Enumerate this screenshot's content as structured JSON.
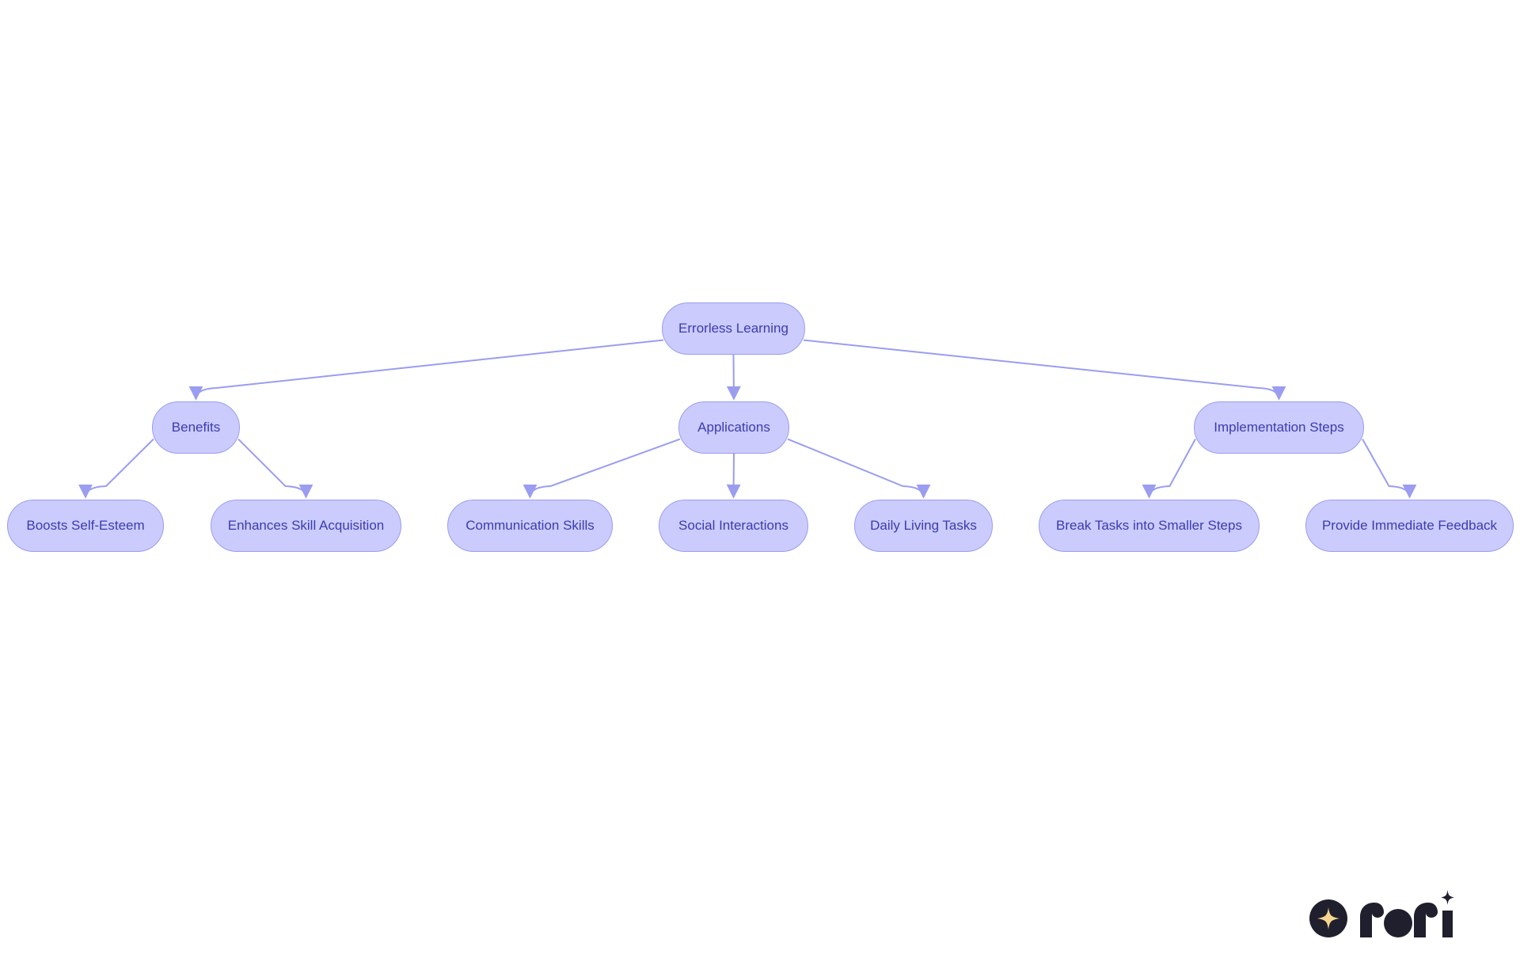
{
  "diagram": {
    "root": {
      "id": "root",
      "label": "Errorless Learning"
    },
    "nodes": [
      {
        "id": "benefits",
        "label": "Benefits",
        "parent": "root"
      },
      {
        "id": "applications",
        "label": "Applications",
        "parent": "root"
      },
      {
        "id": "implementation",
        "label": "Implementation Steps",
        "parent": "root"
      },
      {
        "id": "self_esteem",
        "label": "Boosts Self-Esteem",
        "parent": "benefits"
      },
      {
        "id": "skill_acq",
        "label": "Enhances Skill Acquisition",
        "parent": "benefits"
      },
      {
        "id": "communication",
        "label": "Communication Skills",
        "parent": "applications"
      },
      {
        "id": "social",
        "label": "Social Interactions",
        "parent": "applications"
      },
      {
        "id": "daily_living",
        "label": "Daily Living Tasks",
        "parent": "applications"
      },
      {
        "id": "break_tasks",
        "label": "Break Tasks into Smaller Steps",
        "parent": "implementation"
      },
      {
        "id": "feedback",
        "label": "Provide Immediate Feedback",
        "parent": "implementation"
      }
    ]
  },
  "colors": {
    "node_fill": "#cbcbfd",
    "node_border": "#9a9df0",
    "node_text": "#3a3cb0",
    "edge": "#9a9df0",
    "logo_dark": "#1f1f2e",
    "logo_star": "#f6d58e"
  },
  "logo": {
    "name": "rori-logo",
    "text": "rori"
  }
}
